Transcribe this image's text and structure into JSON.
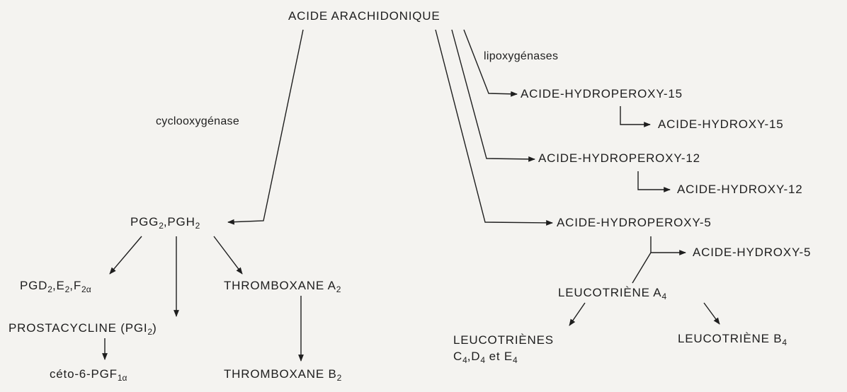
{
  "nodes": {
    "arachidonic": "ACIDE ARACHIDONIQUE",
    "pgg_pgh": {
      "a": "PGG",
      "a_sub": "2",
      "sep": ",",
      "b": "PGH",
      "b_sub": "2"
    },
    "pgd_e_f": {
      "a": "PGD",
      "a_sub": "2",
      "sep1": ",",
      "b": "E",
      "b_sub": "2",
      "sep2": ",",
      "c": "F",
      "c_sub": "2α"
    },
    "prostacycline": {
      "text": "PROSTACYCLINE (PGI",
      "sub": "2",
      "close": ")"
    },
    "ceto_pgf": {
      "text": "céto-6-PGF",
      "sub": "1α"
    },
    "thromboxane_a2": {
      "text": "THROMBOXANE A",
      "sub": "2"
    },
    "thromboxane_b2": {
      "text": "THROMBOXANE B",
      "sub": "2"
    },
    "hydroperoxy_15": "ACIDE-HYDROPEROXY-15",
    "hydroxy_15": "ACIDE-HYDROXY-15",
    "hydroperoxy_12": "ACIDE-HYDROPEROXY-12",
    "hydroxy_12": "ACIDE-HYDROXY-12",
    "hydroperoxy_5": "ACIDE-HYDROPEROXY-5",
    "hydroxy_5": "ACIDE-HYDROXY-5",
    "leucotriene_a4": {
      "text": "LEUCOTRIÈNE A",
      "sub": "4"
    },
    "leucotrienes_cde": {
      "line1": "LEUCOTRIÈNES",
      "c": "C",
      "c_sub": "4",
      "sep": ",",
      "d": "D",
      "d_sub": "4",
      "et": " et ",
      "e": "E",
      "e_sub": "4"
    },
    "leucotriene_b4": {
      "text": "LEUCOTRIÈNE B",
      "sub": "4"
    }
  },
  "enzymes": {
    "cyclooxygenase": "cyclooxygénase",
    "lipoxygenases": "lipoxygénases"
  },
  "colors": {
    "ink": "#1e1e1e",
    "paper": "#f4f3f0"
  }
}
